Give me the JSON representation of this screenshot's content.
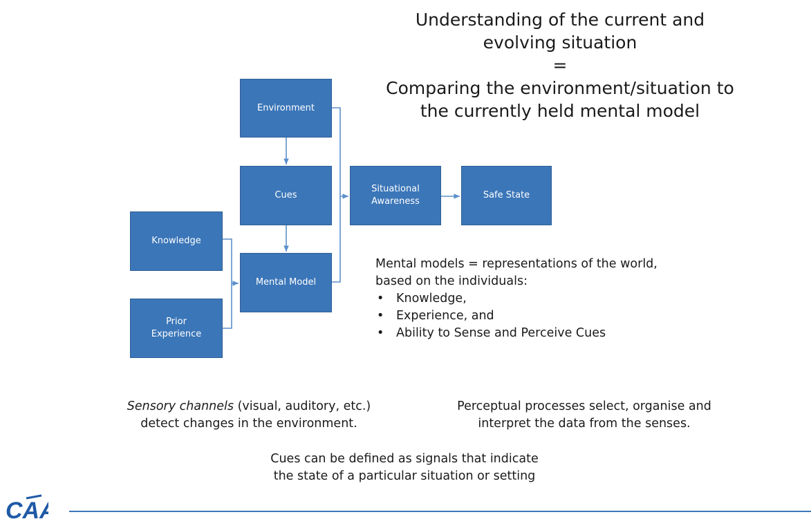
{
  "title": {
    "lines": [
      "Understanding of the current and",
      "evolving situation",
      "=",
      "Comparing the environment/situation to",
      "the currently held mental model"
    ]
  },
  "diagram": {
    "box_color": "#3b76b8",
    "line_color": "#5b8fc9",
    "nodes": {
      "environment": "Environment",
      "cues": "Cues",
      "knowledge": "Knowledge",
      "mental_model": "Mental Model",
      "prior_experience": [
        "Prior",
        "Experience"
      ],
      "situational_awareness": [
        "Situational",
        "Awareness"
      ],
      "safe_state": "Safe State"
    }
  },
  "mental_models": {
    "intro": [
      "Mental models = representations of the world,",
      "based on the individuals:"
    ],
    "bullets": [
      "Knowledge,",
      "Experience, and",
      "Ability to Sense and Perceive Cues"
    ]
  },
  "captions": {
    "sensory": {
      "italic": "Sensory channels",
      "rest": " (visual, auditory, etc.)",
      "line2": "detect changes in the environment."
    },
    "perceptual": {
      "line1": "Perceptual processes select, organise and",
      "line2": "interpret the data from the senses."
    },
    "cues": {
      "line1": "Cues can be defined as signals that indicate",
      "line2": "the state of a particular situation or setting"
    }
  },
  "logo": {
    "text": "CAA",
    "color": "#1f5aa6"
  }
}
